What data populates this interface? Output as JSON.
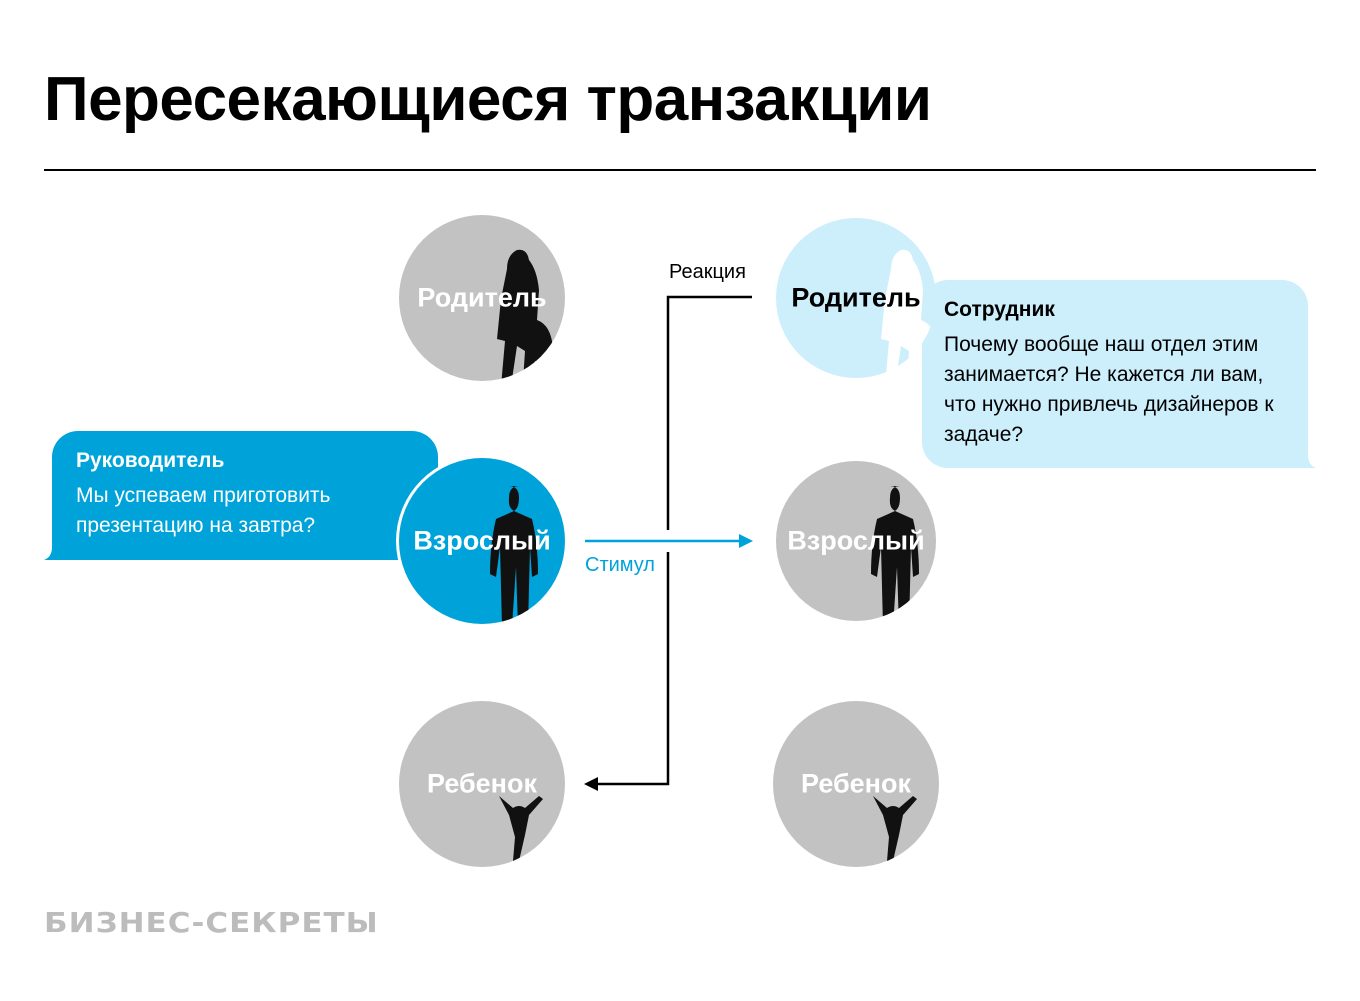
{
  "title": "Пересекающиеся транзакции",
  "colors": {
    "accent": "#00a3d9",
    "light": "#cdeefb",
    "gray": "#c2c2c2"
  },
  "left_column": [
    {
      "label": "Родитель",
      "icon": "parent-silhouette-icon"
    },
    {
      "label": "Взрослый",
      "icon": "adult-silhouette-icon"
    },
    {
      "label": "Ребенок",
      "icon": "child-silhouette-icon"
    }
  ],
  "right_column": [
    {
      "label": "Родитель",
      "icon": "parent-silhouette-icon"
    },
    {
      "label": "Взрослый",
      "icon": "adult-silhouette-icon"
    },
    {
      "label": "Ребенок",
      "icon": "child-silhouette-icon"
    }
  ],
  "left_bubble": {
    "who": "Руководитель",
    "message": "Мы успеваем приготовить презентацию на завтра?"
  },
  "right_bubble": {
    "who": "Сотрудник",
    "message": "Почему вообще наш отдел этим занимается? Не кажется ли вам, что нужно привлечь дизайнеров к задаче?"
  },
  "arrows": {
    "stimulus": "Стимул",
    "reaction": "Реакция"
  },
  "logo": "БИЗНЕС-СЕКРЕТЫ"
}
